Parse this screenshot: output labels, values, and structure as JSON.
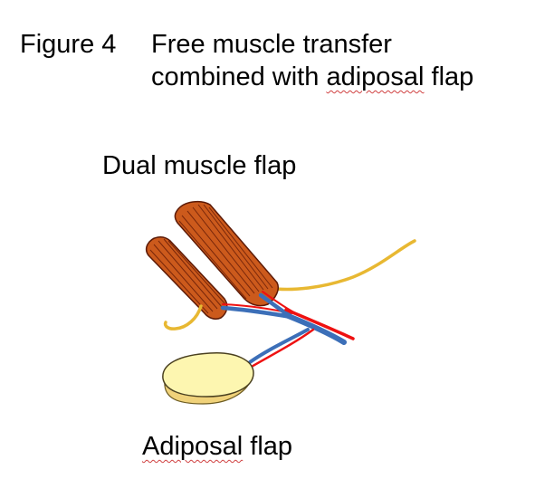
{
  "figure_label": "Figure 4",
  "title": {
    "line1": "Free muscle transfer",
    "line2_prefix": "combined with ",
    "line2_word": "adiposal",
    "line2_suffix": " flap"
  },
  "labels": {
    "dual_muscle_flap": "Dual muscle flap",
    "adiposal_word": "Adiposal",
    "flap_word": " flap"
  },
  "colors": {
    "muscle_fill": "#cc5a1c",
    "muscle_stripes": "#6b1f08",
    "nerve": "#e8b832",
    "vein": "#3c6fb8",
    "artery": "#ee1111",
    "fat_fill": "#fdf6b0",
    "fat_base": "#f0d27a",
    "spellcheck_underline": "#d04040"
  }
}
